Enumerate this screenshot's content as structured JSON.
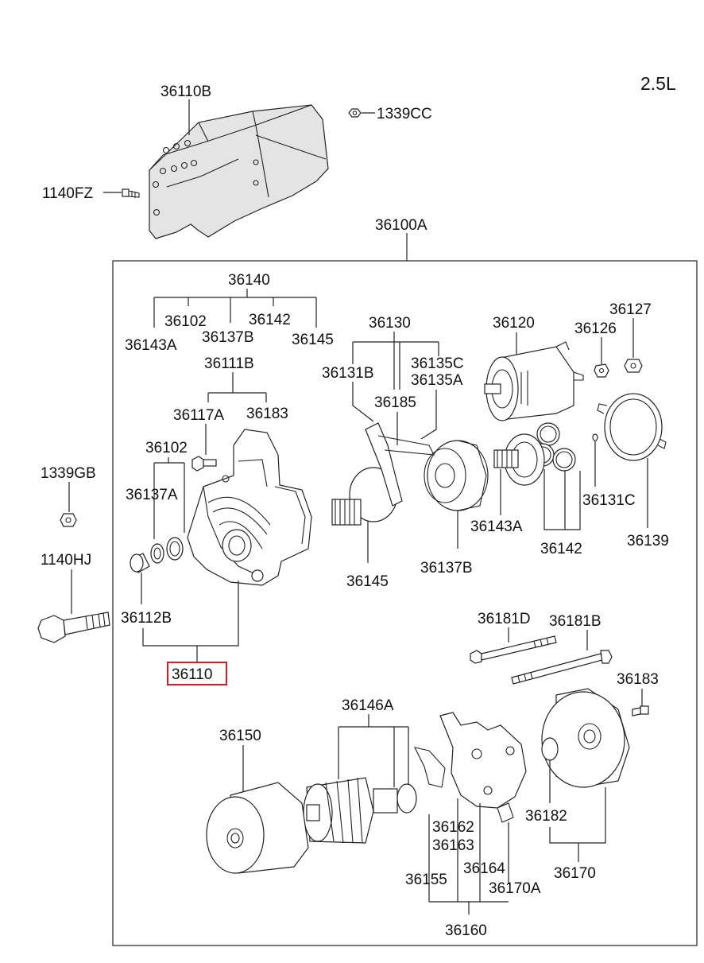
{
  "engine": "2.5L",
  "labels": {
    "p36110B": "36110B",
    "p1339CC": "1339CC",
    "p1140FZ": "1140FZ",
    "p36100A": "36100A",
    "p36140": "36140",
    "p36102a": "36102",
    "p36142a": "36142",
    "p36143Aa": "36143A",
    "p36137Ba": "36137B",
    "p36145a": "36145",
    "p36130": "36130",
    "p36120": "36120",
    "p36127": "36127",
    "p36126": "36126",
    "p36111B": "36111B",
    "p36131B": "36131B",
    "p36135C": "36135C",
    "p36135A": "36135A",
    "p36185": "36185",
    "p36117A": "36117A",
    "p36183a": "36183",
    "p36102b": "36102",
    "p1339GB": "1339GB",
    "p36137A": "36137A",
    "p36131C": "36131C",
    "p36143Ab": "36143A",
    "p36139": "36139",
    "p36142b": "36142",
    "p1140HJ": "1140HJ",
    "p36145b": "36145",
    "p36137Bb": "36137B",
    "p36112B": "36112B",
    "p36181D": "36181D",
    "p36181B": "36181B",
    "p36110": "36110",
    "p36183b": "36183",
    "p36146A": "36146A",
    "p36150": "36150",
    "p36182": "36182",
    "p36162": "36162",
    "p36163": "36163",
    "p36164": "36164",
    "p36155": "36155",
    "p36170A": "36170A",
    "p36170": "36170",
    "p36160": "36160"
  },
  "highlight_color": "#e01a1a"
}
